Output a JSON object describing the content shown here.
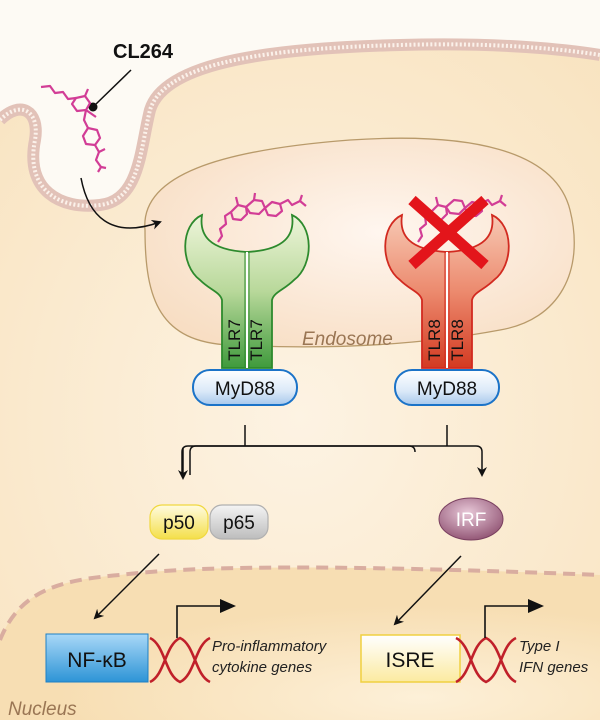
{
  "title": "CL264",
  "compartments": {
    "endosome": "Endosome",
    "nucleus": "Nucleus"
  },
  "receptors": [
    {
      "name": "TLR7",
      "adaptor": "MyD88",
      "status": "active",
      "color": "#4a9a3c"
    },
    {
      "name": "TLR8",
      "adaptor": "MyD88",
      "status": "blocked",
      "color": "#d9472f"
    }
  ],
  "transcription_factors": {
    "p50": "p50",
    "p65": "p65",
    "irf": "IRF"
  },
  "promoters": [
    {
      "name": "NF-κB",
      "genes_line1": "Pro-inflammatory",
      "genes_line2": "cytokine genes"
    },
    {
      "name": "ISRE",
      "genes_line1": "Type I",
      "genes_line2": "IFN genes"
    }
  ],
  "colors": {
    "ligand": "#d23d96",
    "block_x": "#e3151b",
    "membrane": "#e6c6bc",
    "dna": "#c0202a"
  }
}
